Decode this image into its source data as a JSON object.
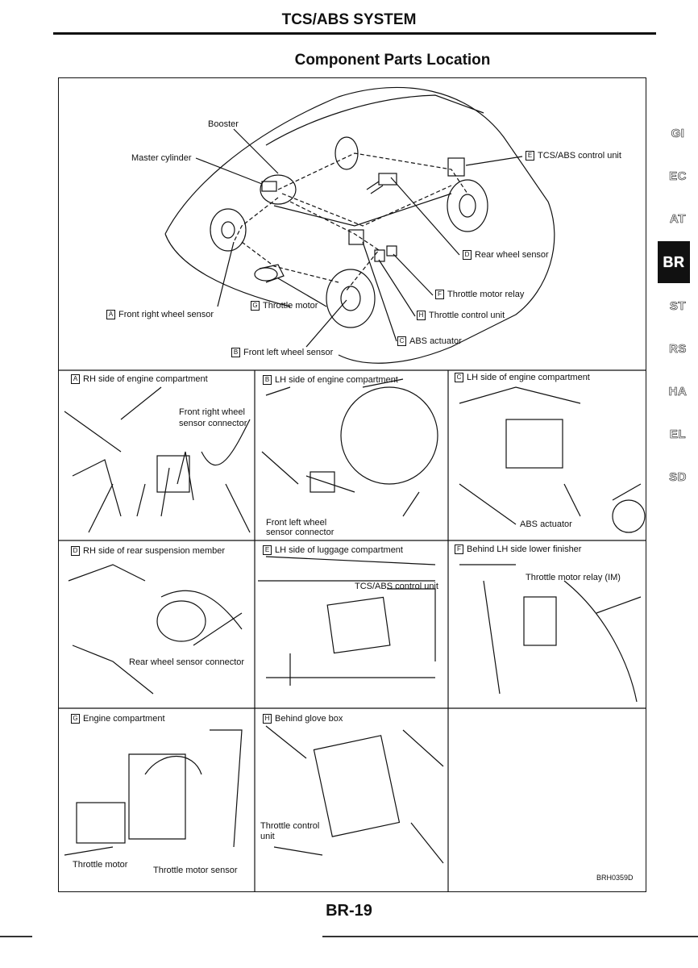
{
  "header": {
    "title": "TCS/ABS SYSTEM",
    "section": "Component Parts Location"
  },
  "side_tabs": [
    "GI",
    "EC",
    "AT",
    "BR",
    "ST",
    "RS",
    "HA",
    "EL",
    "SD"
  ],
  "active_tab": "BR",
  "overview_labels": {
    "booster": "Booster",
    "master_cylinder": "Master cylinder",
    "e": "E",
    "tcs_abs_control_unit": "TCS/ABS control unit",
    "d": "D",
    "rear_wheel_sensor": "Rear wheel sensor",
    "f": "F",
    "throttle_motor_relay": "Throttle motor relay",
    "g": "G",
    "throttle_motor": "Throttle motor",
    "a": "A",
    "front_right_wheel_sensor": "Front right wheel sensor",
    "h": "H",
    "throttle_control_unit": "Throttle control unit",
    "c": "C",
    "abs_actuator": "ABS actuator",
    "b": "B",
    "front_left_wheel_sensor": "Front left wheel sensor"
  },
  "panels": {
    "a": {
      "letter": "A",
      "title": "RH side of engine compartment",
      "callout1": "Front right wheel",
      "callout2": "sensor connector"
    },
    "b": {
      "letter": "B",
      "title": "LH side of engine compartment",
      "callout1": "Front left wheel",
      "callout2": "sensor connector"
    },
    "c": {
      "letter": "C",
      "title": "LH side of engine compartment",
      "callout": "ABS actuator"
    },
    "d": {
      "letter": "D",
      "title": "RH side of rear suspension member",
      "callout": "Rear wheel sensor connector"
    },
    "e": {
      "letter": "E",
      "title": "LH side of luggage compartment",
      "callout": "TCS/ABS control unit"
    },
    "f": {
      "letter": "F",
      "title": "Behind LH side lower finisher",
      "callout": "Throttle motor relay (IM)"
    },
    "g": {
      "letter": "G",
      "title": "Engine compartment",
      "callout1": "Throttle motor",
      "callout2": "Throttle motor sensor"
    },
    "h": {
      "letter": "H",
      "title": "Behind glove box",
      "callout1": "Throttle control",
      "callout2": "unit"
    }
  },
  "figure_code": "BRH0359D",
  "page_number": "BR-19"
}
